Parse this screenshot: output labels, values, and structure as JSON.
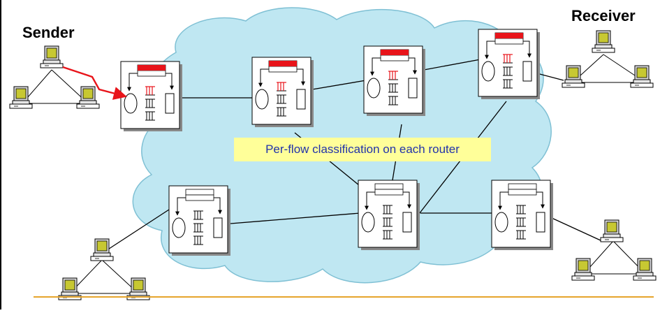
{
  "labels": {
    "sender": "Sender",
    "receiver": "Receiver",
    "caption": "Per-flow classification on each router"
  },
  "colors": {
    "cloud": "#bfe7f2",
    "flow_highlight": "#e8141a",
    "caption_bg": "#ffff99",
    "caption_text": "#2233aa",
    "baseline": "#e6a52c",
    "computer_screen": "#c7c832"
  },
  "icons": {
    "router": "router-box-icon",
    "computer": "desktop-computer-icon"
  }
}
